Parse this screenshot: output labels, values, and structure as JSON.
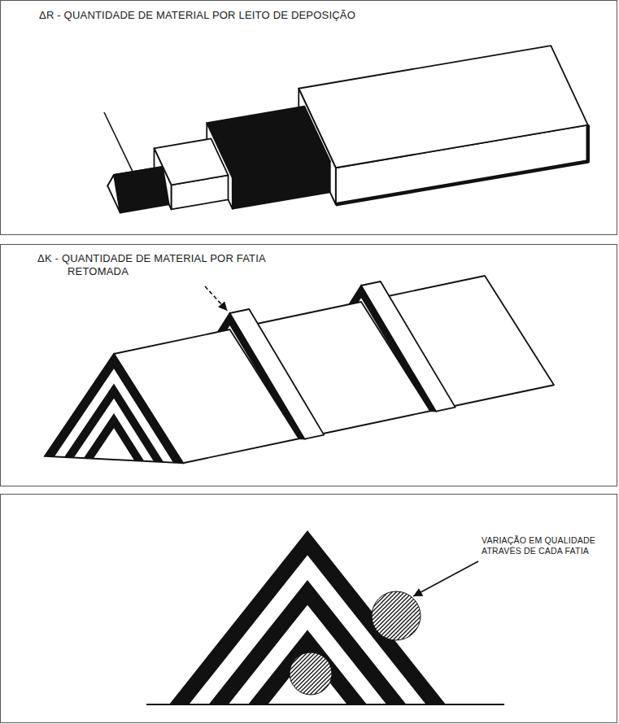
{
  "diagram": {
    "labels": [
      "ΔR - QUANTIDADE DE MATERIAL POR LEITO DE DEPOSIÇÃO",
      "ΔK - QUANTIDADE DE MATERIAL POR FATIA RETOMADA",
      "VARIAÇÃO EM QUALIDADE ATRAVÉS DE CADA FATIA"
    ]
  }
}
